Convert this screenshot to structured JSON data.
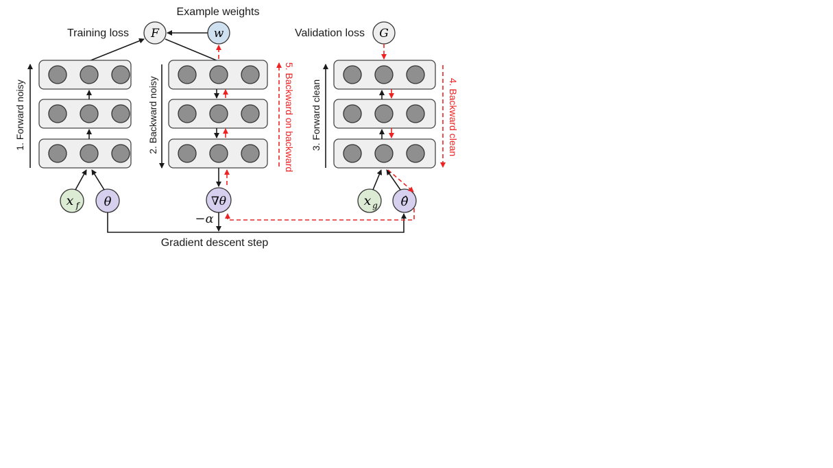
{
  "labels": {
    "example_weights": "Example weights",
    "training_loss": "Training loss",
    "validation_loss": "Validation loss",
    "gradient_descent_step": "Gradient descent step",
    "neg_alpha": "−α",
    "forward_noisy": "1. Forward noisy",
    "backward_noisy": "2. Backward noisy",
    "forward_clean": "3. Forward clean",
    "backward_clean": "4. Backward clean",
    "backward_on_backward": "5. Backward on backward"
  },
  "nodes": {
    "F": "F",
    "w": "w",
    "G": "G",
    "xf_base": "x",
    "xf_sub": "f",
    "theta": "θ",
    "grad_theta": "∇θ",
    "xg_base": "x",
    "xg_sub": "g",
    "theta_hat": "θ̂"
  },
  "colors": {
    "red": "#ee2222",
    "green_node": "#dcebd3",
    "purple_node": "#d6cfee",
    "blue_node": "#cfe0f0",
    "gray_node": "#eeeeee"
  }
}
